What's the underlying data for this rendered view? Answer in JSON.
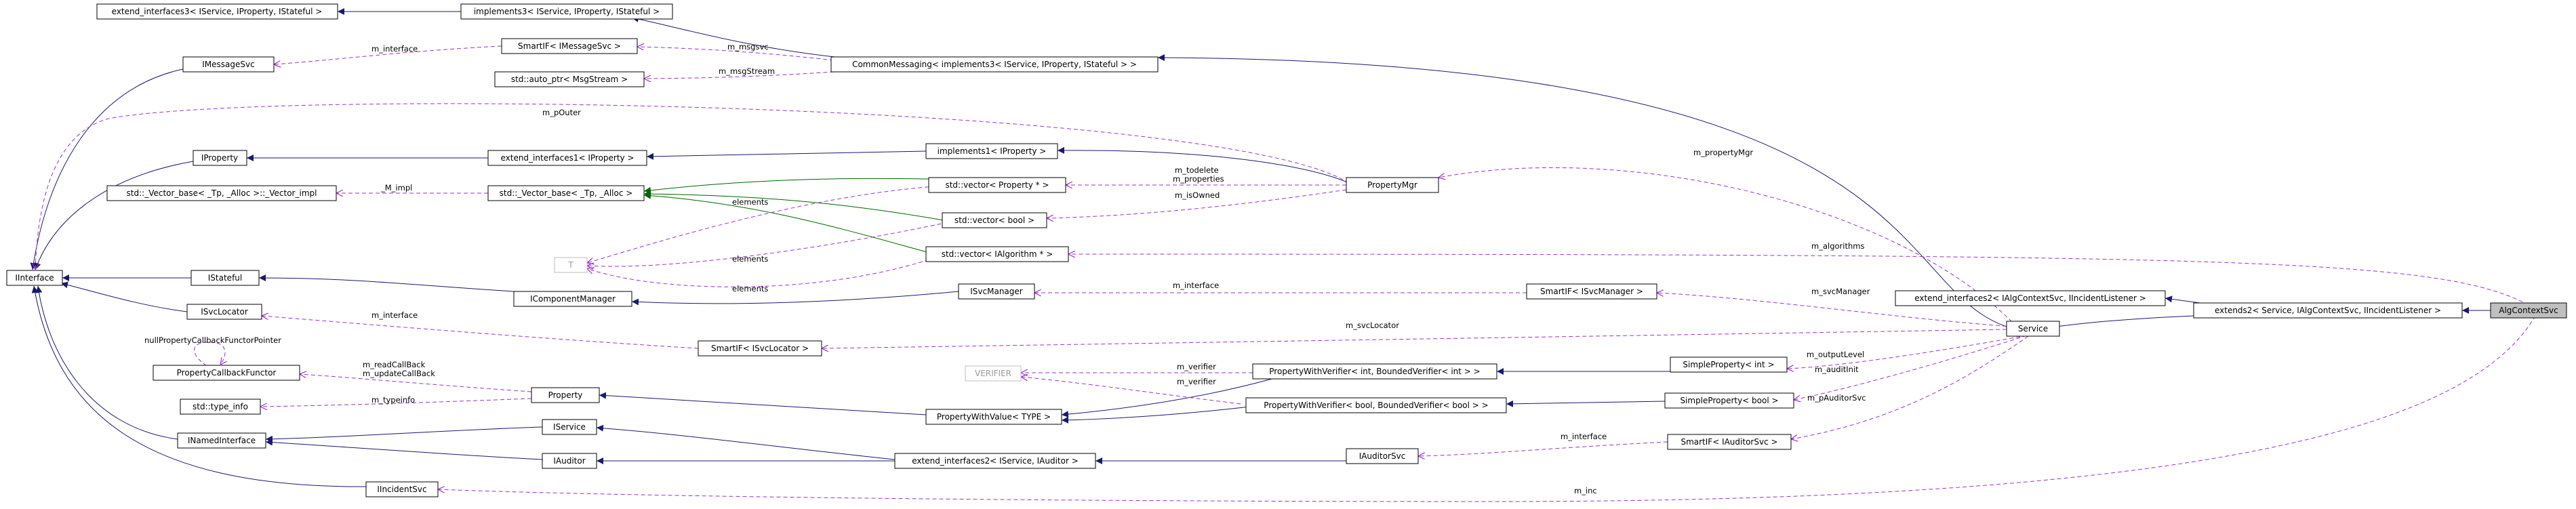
{
  "nodes": {
    "extend_interfaces3": "extend_interfaces3< IService, IProperty, IStateful >",
    "implements3": "implements3< IService, IProperty, IStateful >",
    "imessagesvc": "IMessageSvc",
    "smartif_imessagesvc": "SmartIF< IMessageSvc >",
    "commonmessaging": "CommonMessaging< implements3< IService, IProperty, IStateful > >",
    "auto_ptr_msgstream": "std::auto_ptr< MsgStream >",
    "iproperty": "IProperty",
    "extend_interfaces1": "extend_interfaces1< IProperty >",
    "implements1": "implements1< IProperty >",
    "vector_impl": "std::_Vector_base< _Tp, _Alloc >::_Vector_impl",
    "vector_base": "std::_Vector_base< _Tp, _Alloc >",
    "vector_property": "std::vector< Property * >",
    "vector_bool": "std::vector< bool >",
    "propertymgr": "PropertyMgr",
    "t": "T",
    "vector_ialgorithm": "std::vector< IAlgorithm * >",
    "iinterface": "IInterface",
    "istateful": "IStateful",
    "icomponentmanager": "IComponentManager",
    "isvcmanager": "ISvcManager",
    "smartif_isvcmanager": "SmartIF< ISvcManager >",
    "extend_interfaces2_algctx": "extend_interfaces2< IAlgContextSvc, IIncidentListener >",
    "isvclocator": "ISvcLocator",
    "smartif_isvclocator": "SmartIF< ISvcLocator >",
    "extends2": "extends2< Service, IAlgContextSvc, IIncidentListener >",
    "algcontextsvc": "AlgContextSvc",
    "service": "Service",
    "propertycallbackfunctor": "PropertyCallbackFunctor",
    "property": "Property",
    "type_info": "std::type_info",
    "verifier": "VERIFIER",
    "pwv_int": "PropertyWithVerifier< int, BoundedVerifier< int > >",
    "simpleproperty_int": "SimpleProperty< int >",
    "pwv_type": "PropertyWithValue< TYPE >",
    "pwv_bool": "PropertyWithVerifier< bool, BoundedVerifier< bool > >",
    "simpleproperty_bool": "SimpleProperty< bool >",
    "inamedinterface": "INamedInterface",
    "iservice": "IService",
    "iauditor": "IAuditor",
    "extend_interfaces2_auditor": "extend_interfaces2< IService, IAuditor >",
    "iauditorsvc": "IAuditorSvc",
    "smartif_iauditorsvc": "SmartIF< IAuditorSvc >",
    "iincidentsvc": "IIncidentSvc"
  },
  "edge_labels": {
    "m_interface_msg": "m_interface",
    "m_msgsvc": "m_msgsvc",
    "m_msgstream": "m_msgStream",
    "m_pouter": "m_pOuter",
    "m_impl": "_M_impl",
    "m_propertymgr": "m_propertyMgr",
    "m_todelete": "m_todelete",
    "m_properties": "m_properties",
    "m_isowned": "m_isOwned",
    "elements_1": "elements",
    "elements_2": "elements",
    "elements_3": "elements",
    "m_algorithms": "m_algorithms",
    "m_interface_svcmgr": "m_interface",
    "m_svcmanager": "m_svcManager",
    "m_interface_loc": "m_interface",
    "m_svclocator": "m_svcLocator",
    "nullpropertycallback": "nullPropertyCallbackFunctorPointer",
    "m_readcallback": "m_readCallBack",
    "m_updatecallback": "m_updateCallBack",
    "m_typeinfo": "m_typeinfo",
    "m_outputlevel": "m_outputLevel",
    "m_verifier_1": "m_verifier",
    "m_verifier_2": "m_verifier",
    "m_auditinit": "m_auditInit",
    "m_pauditorsvc": "m_pAuditorSvc",
    "m_interface_aud": "m_interface",
    "m_inc": "m_inc"
  },
  "colors": {
    "inheritance": "#191970",
    "usage": "#9a32cd",
    "template": "#006400",
    "focus_fill": "#bfbfbf"
  }
}
